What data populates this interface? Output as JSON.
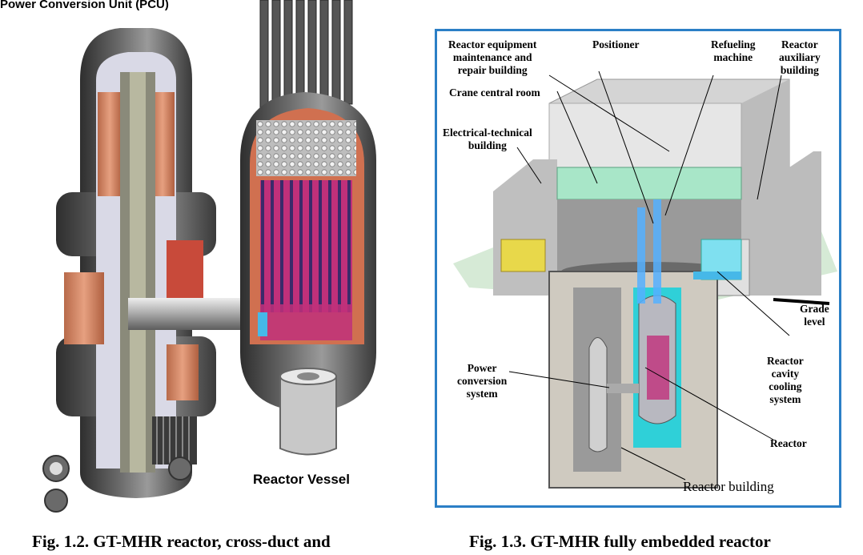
{
  "left_figure": {
    "title": "Power Conversion Unit (PCU)",
    "vessel_label": "Reactor Vessel",
    "caption": "Fig. 1.2.  GT-MHR reactor, cross-duct and"
  },
  "right_figure": {
    "labels": {
      "maintenance_line1": "Reactor equipment",
      "maintenance_line2": "maintenance and",
      "maintenance_line3": "repair building",
      "positioner": "Positioner",
      "refueling_line1": "Refueling",
      "refueling_line2": "machine",
      "auxiliary_line1": "Reactor",
      "auxiliary_line2": "auxiliary",
      "auxiliary_line3": "building",
      "crane_room": "Crane central room",
      "electrical_line1": "Electrical-technical",
      "electrical_line2": "building",
      "grade_line1": "Grade",
      "grade_line2": "level",
      "cavity_line1": "Reactor",
      "cavity_line2": "cavity",
      "cavity_line3": "cooling",
      "cavity_line4": "system",
      "pcs_line1": "Power",
      "pcs_line2": "conversion",
      "pcs_line3": "system",
      "reactor": "Reactor",
      "reactor_building": "Reactor building"
    },
    "caption": "Fig. 1.3.  GT-MHR fully embedded reactor"
  },
  "colors": {
    "frame_blue": "#2b7fc6",
    "steel_dark": "#4a4a4a",
    "steel_mid": "#8c8c8c",
    "copper": "#d88a6a",
    "core_magenta": "#c0307a",
    "core_purple": "#3a2a6a",
    "concrete": "#c8c8c4",
    "cyan_water": "#2fd0d8",
    "green_crane": "#9fe0c0"
  }
}
